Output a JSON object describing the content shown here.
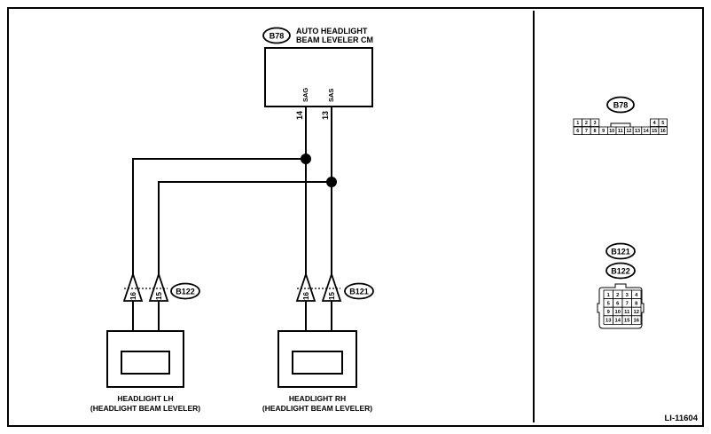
{
  "ecm": {
    "tag": "B78",
    "name_line1": "AUTO HEADLIGHT",
    "name_line2": "BEAM LEVELER CM",
    "pin_sag_label": "SAG",
    "pin_sas_label": "SAS",
    "pin_sag_no": "14",
    "pin_sas_no": "13"
  },
  "left_headlight": {
    "connector_tag": "B122",
    "pin_a": "16",
    "pin_b": "15",
    "name_line1": "HEADLIGHT LH",
    "name_line2": "(HEADLIGHT BEAM LEVELER)"
  },
  "right_headlight": {
    "connector_tag": "B121",
    "pin_a": "16",
    "pin_b": "15",
    "name_line1": "HEADLIGHT RH",
    "name_line2": "(HEADLIGHT BEAM LEVELER)"
  },
  "connector_b78": {
    "tag": "B78",
    "top_left": [
      "1",
      "2",
      "3"
    ],
    "top_right": [
      "4",
      "5"
    ],
    "bottom": [
      "6",
      "7",
      "8",
      "9",
      "10",
      "11",
      "12",
      "13",
      "14",
      "15",
      "16"
    ]
  },
  "connector_b121_b122": {
    "tag1": "B121",
    "tag2": "B122",
    "rows": [
      [
        "1",
        "2",
        "3",
        "4"
      ],
      [
        "5",
        "6",
        "7",
        "8"
      ],
      [
        "9",
        "10",
        "11",
        "12"
      ],
      [
        "13",
        "14",
        "15",
        "16"
      ]
    ]
  },
  "figure_id": "LI-11604"
}
